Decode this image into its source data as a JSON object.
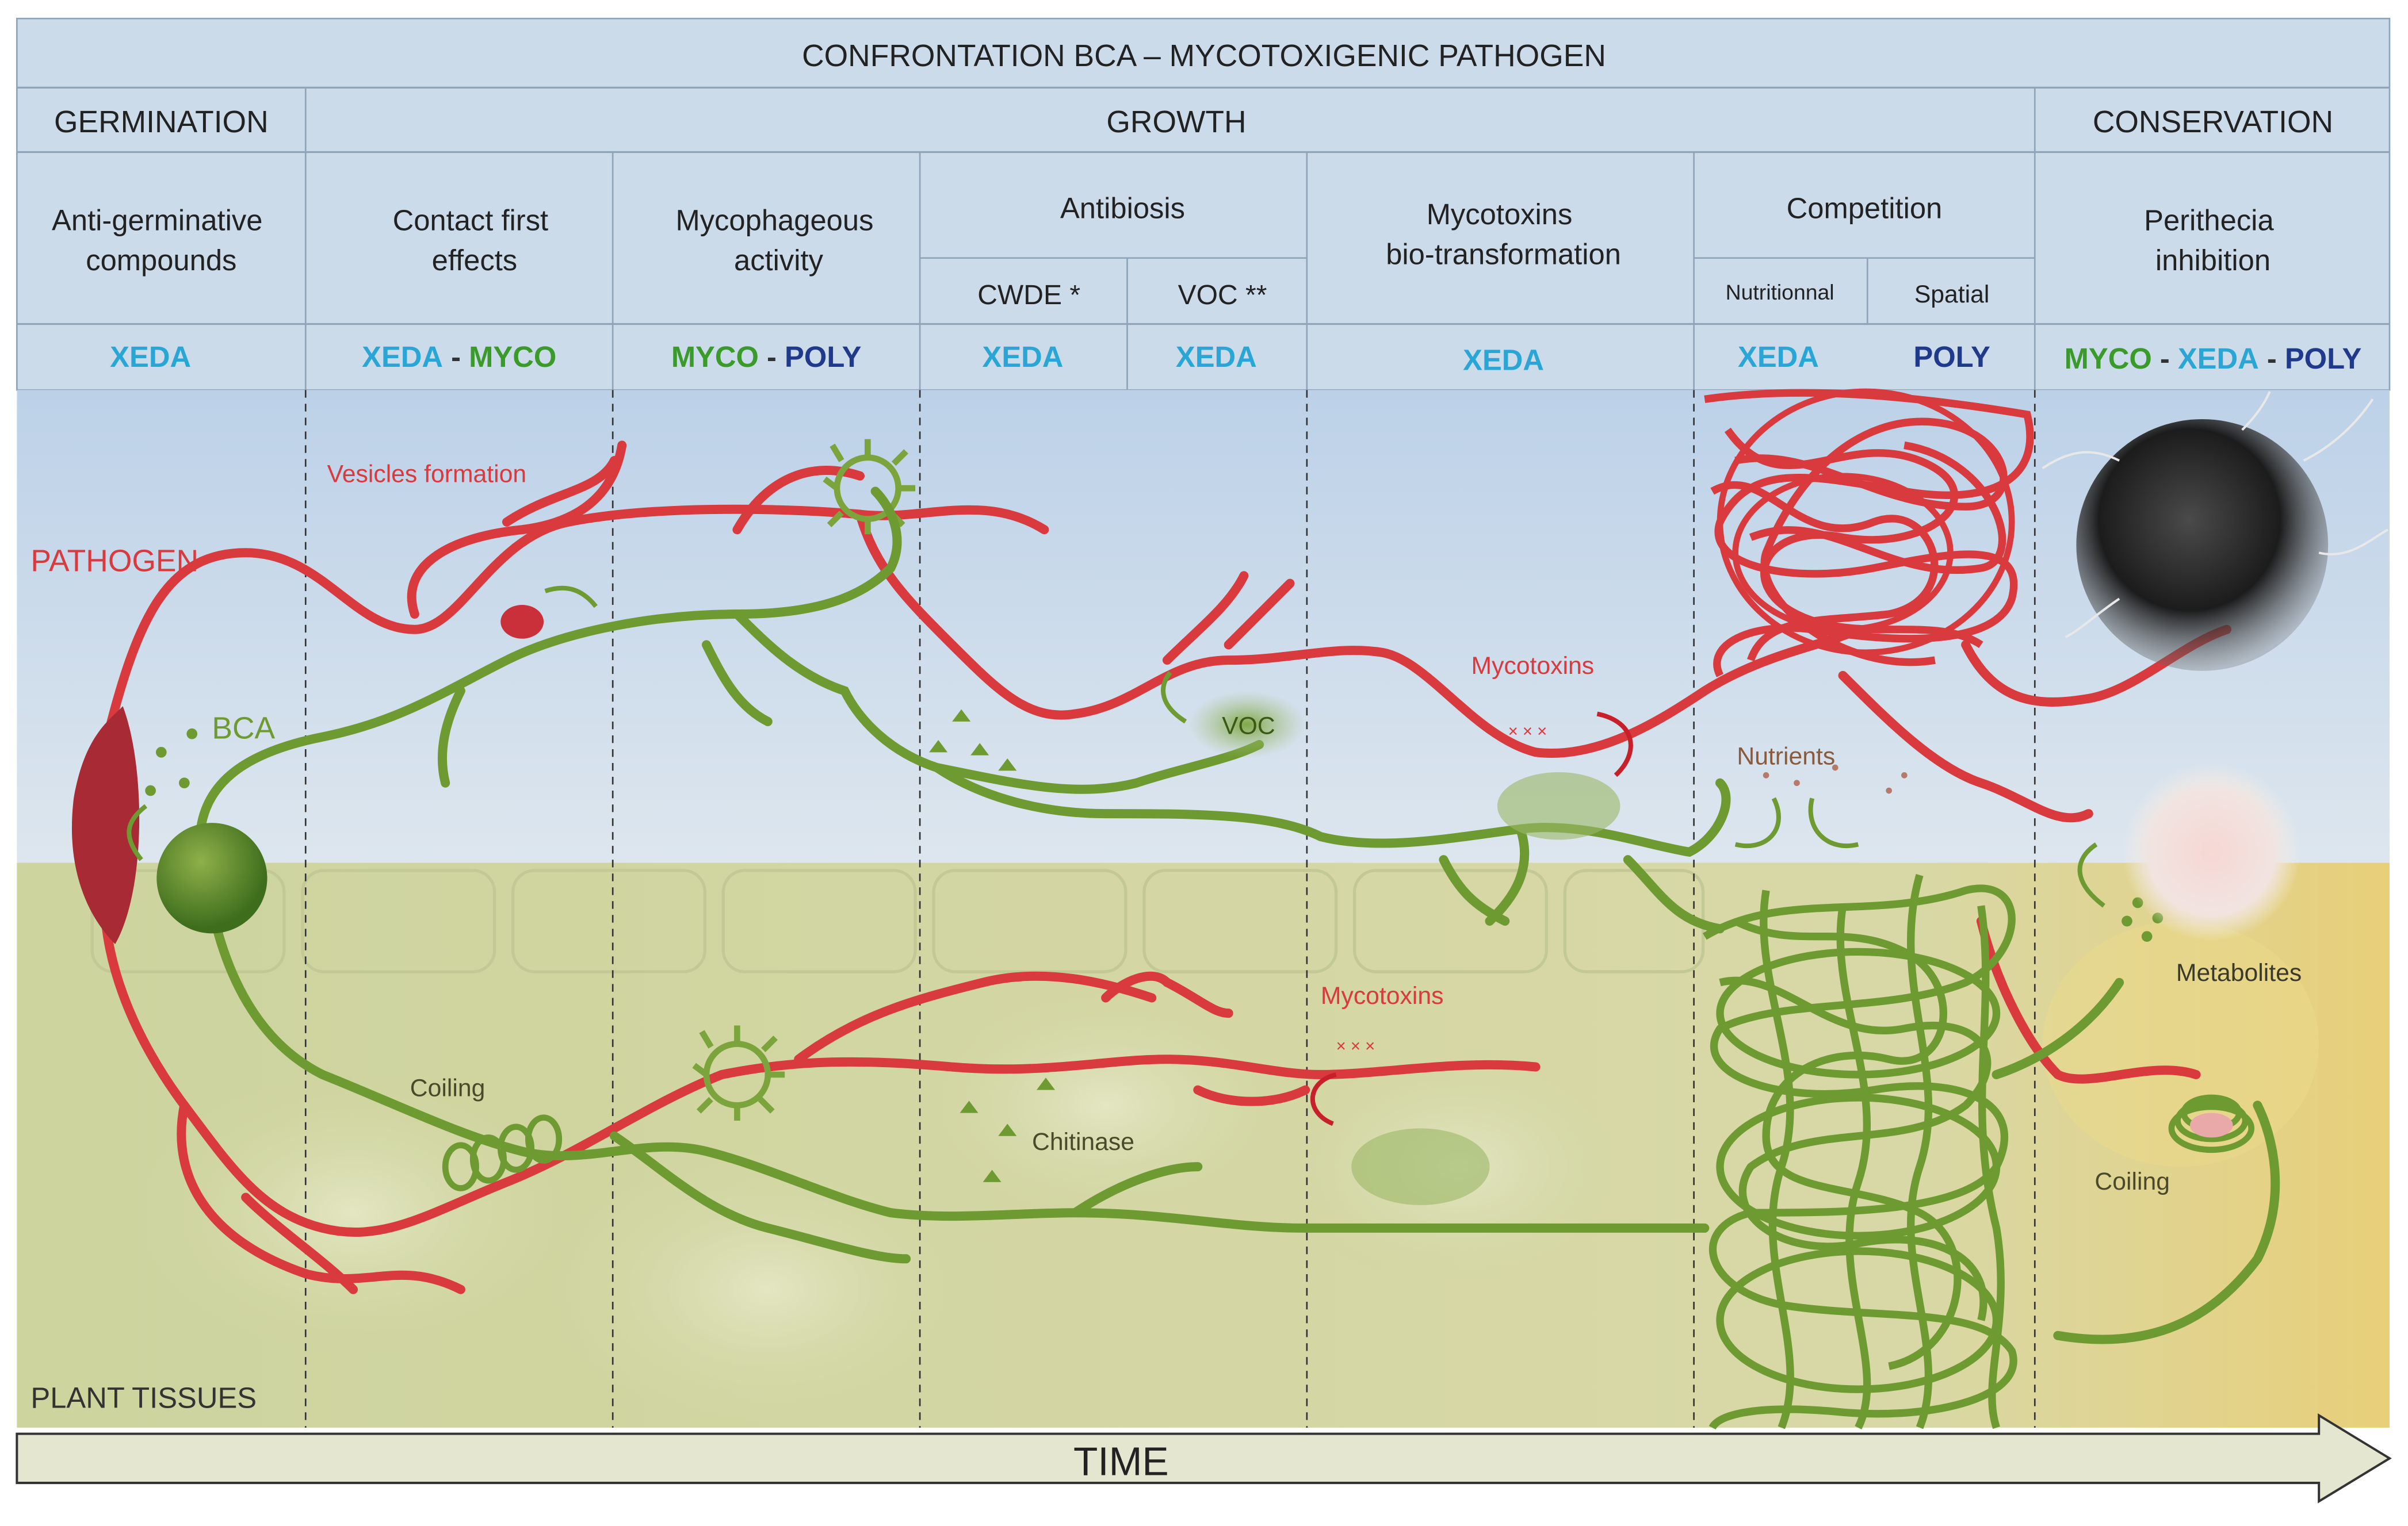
{
  "title": "CONFRONTATION BCA – MYCOTOXIGENIC PATHOGEN",
  "phases": {
    "germination": "GERMINATION",
    "growth": "GROWTH",
    "conservation": "CONSERVATION"
  },
  "mechanisms": {
    "anti_germinative": [
      "Anti-germinative",
      "compounds"
    ],
    "contact_first": [
      "Contact first",
      "effects"
    ],
    "mycophageous": [
      "Mycophageous",
      "activity"
    ],
    "antibiosis": "Antibiosis",
    "cwde": "CWDE *",
    "voc": "VOC **",
    "biotransformation": [
      "Mycotoxins",
      "bio-transformation"
    ],
    "competition": "Competition",
    "nutritional": "Nutritionnal",
    "spatial": "Spatial",
    "perithecia": [
      "Perithecia",
      "inhibition"
    ]
  },
  "organisms": {
    "xeda": "XEDA",
    "myco": "MYCO",
    "poly": "POLY",
    "sep": " - "
  },
  "labels": {
    "pathogen": "PATHOGEN",
    "bca": "BCA",
    "vesicles": "Vesicles formation",
    "voc_blob": "VOC",
    "mycotoxins": "Mycotoxins",
    "nutrients": "Nutrients",
    "metabolites": "Metabolites",
    "coiling": "Coiling",
    "chitinase": "Chitinase",
    "plant_tissues": "PLANT TISSUES",
    "time": "TIME"
  },
  "colors": {
    "xeda": "#2aa6d6",
    "myco": "#3a9a2a",
    "poly": "#1f3a8c",
    "pathogen": "#d83a3e",
    "bca": "#6e9a32",
    "header_bg": "#c9d9e8",
    "sky": "#c7d9ec",
    "plant": "#d2d8a2"
  },
  "icons": [
    "arrow-right-icon",
    "curved-arrow-icon",
    "perithecium-icon",
    "bca-spore-icon",
    "pathogen-spore-icon"
  ]
}
